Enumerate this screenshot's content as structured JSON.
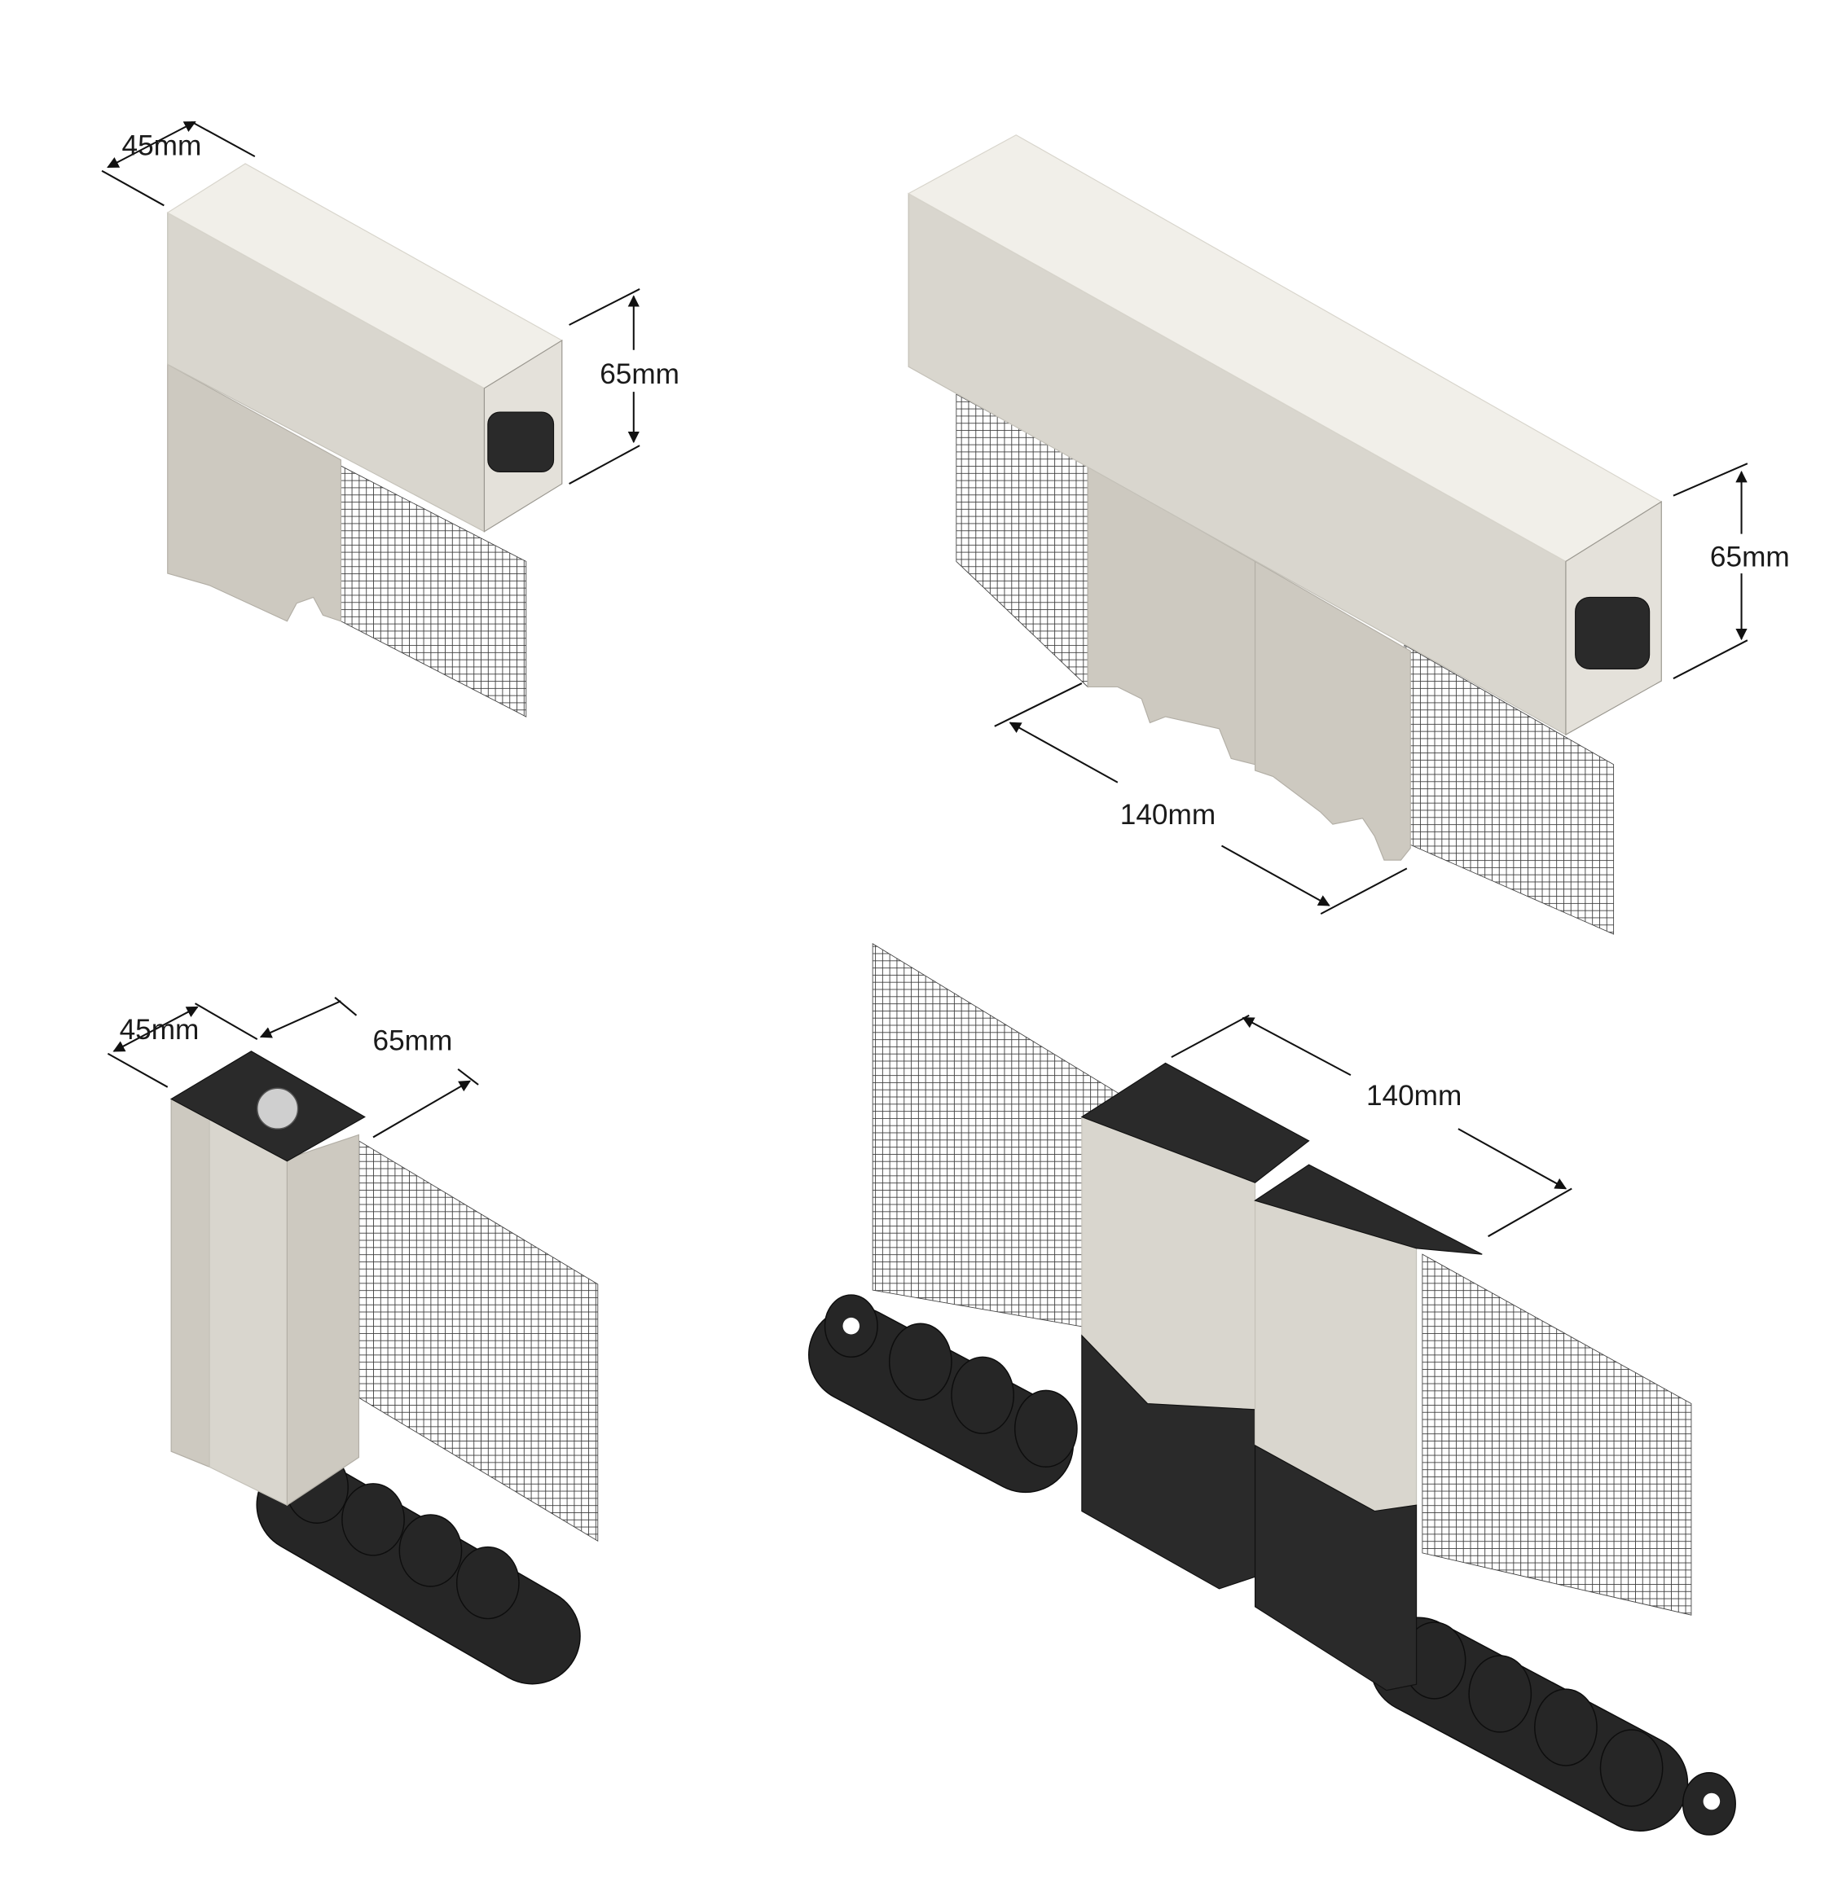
{
  "figures": {
    "top_left": {
      "width_label": "45mm",
      "height_label": "65mm"
    },
    "top_right": {
      "height_label": "65mm",
      "length_label": "140mm"
    },
    "bottom_left": {
      "width_label": "45mm",
      "depth_label": "65mm"
    },
    "bottom_right": {
      "length_label": "140mm"
    }
  },
  "colors": {
    "housing": "#f1efe9",
    "profile": "#cdc9c0",
    "chain": "#262626",
    "mesh": "#3a3a3a"
  }
}
